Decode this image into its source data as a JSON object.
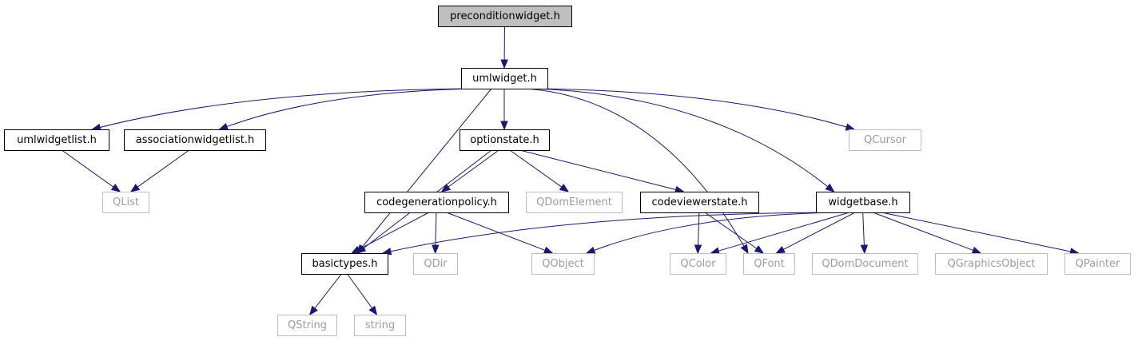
{
  "colors": {
    "edge": "#191970",
    "node_fill": "#ffffff",
    "root_fill": "#bfbfbf",
    "project_border": "#000000",
    "external_border": "#bfbfbf",
    "external_text": "#9c9c9c"
  },
  "nodes": [
    {
      "id": "preconditionwidget",
      "label": "preconditionwidget.h",
      "kind": "root"
    },
    {
      "id": "umlwidget",
      "label": "umlwidget.h",
      "kind": "project"
    },
    {
      "id": "umlwidgetlist",
      "label": "umlwidgetlist.h",
      "kind": "project"
    },
    {
      "id": "associationwidgetlist",
      "label": "associationwidgetlist.h",
      "kind": "project"
    },
    {
      "id": "optionstate",
      "label": "optionstate.h",
      "kind": "project"
    },
    {
      "id": "QCursor",
      "label": "QCursor",
      "kind": "external"
    },
    {
      "id": "QList",
      "label": "QList",
      "kind": "external"
    },
    {
      "id": "codegenerationpolicy",
      "label": "codegenerationpolicy.h",
      "kind": "project"
    },
    {
      "id": "QDomElement",
      "label": "QDomElement",
      "kind": "external"
    },
    {
      "id": "codeviewerstate",
      "label": "codeviewerstate.h",
      "kind": "project"
    },
    {
      "id": "widgetbase",
      "label": "widgetbase.h",
      "kind": "project"
    },
    {
      "id": "basictypes",
      "label": "basictypes.h",
      "kind": "project"
    },
    {
      "id": "QDir",
      "label": "QDir",
      "kind": "external"
    },
    {
      "id": "QObject",
      "label": "QObject",
      "kind": "external"
    },
    {
      "id": "QColor",
      "label": "QColor",
      "kind": "external"
    },
    {
      "id": "QFont",
      "label": "QFont",
      "kind": "external"
    },
    {
      "id": "QDomDocument",
      "label": "QDomDocument",
      "kind": "external"
    },
    {
      "id": "QGraphicsObject",
      "label": "QGraphicsObject",
      "kind": "external"
    },
    {
      "id": "QPainter",
      "label": "QPainter",
      "kind": "external"
    },
    {
      "id": "QString",
      "label": "QString",
      "kind": "external"
    },
    {
      "id": "string",
      "label": "string",
      "kind": "external"
    }
  ],
  "edges": [
    {
      "from": "preconditionwidget",
      "to": "umlwidget"
    },
    {
      "from": "umlwidget",
      "to": "umlwidgetlist"
    },
    {
      "from": "umlwidget",
      "to": "associationwidgetlist"
    },
    {
      "from": "umlwidget",
      "to": "optionstate"
    },
    {
      "from": "umlwidget",
      "to": "QCursor"
    },
    {
      "from": "umlwidget",
      "to": "basictypes"
    },
    {
      "from": "umlwidget",
      "to": "QFont"
    },
    {
      "from": "umlwidget",
      "to": "widgetbase"
    },
    {
      "from": "umlwidgetlist",
      "to": "QList"
    },
    {
      "from": "associationwidgetlist",
      "to": "QList"
    },
    {
      "from": "optionstate",
      "to": "basictypes"
    },
    {
      "from": "optionstate",
      "to": "codegenerationpolicy"
    },
    {
      "from": "optionstate",
      "to": "QDomElement"
    },
    {
      "from": "optionstate",
      "to": "codeviewerstate"
    },
    {
      "from": "codegenerationpolicy",
      "to": "basictypes"
    },
    {
      "from": "codegenerationpolicy",
      "to": "QDir"
    },
    {
      "from": "codegenerationpolicy",
      "to": "QObject"
    },
    {
      "from": "codeviewerstate",
      "to": "QColor"
    },
    {
      "from": "codeviewerstate",
      "to": "QFont"
    },
    {
      "from": "widgetbase",
      "to": "basictypes"
    },
    {
      "from": "widgetbase",
      "to": "QObject"
    },
    {
      "from": "widgetbase",
      "to": "QColor"
    },
    {
      "from": "widgetbase",
      "to": "QFont"
    },
    {
      "from": "widgetbase",
      "to": "QDomDocument"
    },
    {
      "from": "widgetbase",
      "to": "QGraphicsObject"
    },
    {
      "from": "widgetbase",
      "to": "QPainter"
    },
    {
      "from": "basictypes",
      "to": "QString"
    },
    {
      "from": "basictypes",
      "to": "string"
    }
  ]
}
